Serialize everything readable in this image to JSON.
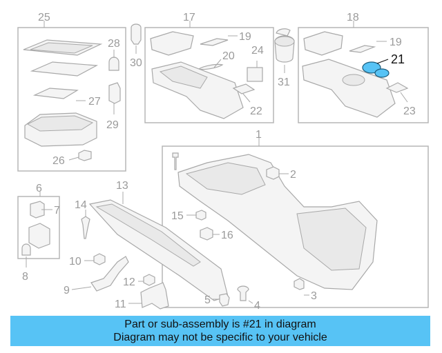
{
  "callouts": {
    "c1": "1",
    "c2": "2",
    "c3": "3",
    "c4": "4",
    "c5": "5",
    "c6": "6",
    "c7": "7",
    "c8": "8",
    "c9": "9",
    "c10": "10",
    "c11": "11",
    "c12": "12",
    "c13": "13",
    "c14": "14",
    "c15": "15",
    "c16": "16",
    "c17": "17",
    "c18": "18",
    "c19a": "19",
    "c19b": "19",
    "c20": "20",
    "c21": "21",
    "c22": "22",
    "c23": "23",
    "c24": "24",
    "c25": "25",
    "c26": "26",
    "c27": "27",
    "c28": "28",
    "c29": "29",
    "c30": "30",
    "c31": "31"
  },
  "highlight": {
    "part_number": "21",
    "color": "#57c3f5"
  },
  "footer": {
    "line1": "Part or sub-assembly is #21 in diagram",
    "line2": "Diagram may not be specific to your vehicle",
    "background": "#57c3f5"
  }
}
